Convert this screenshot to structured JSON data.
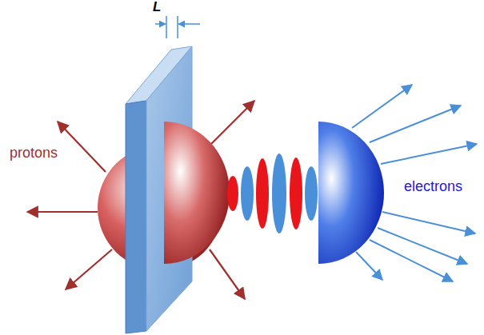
{
  "diagram": {
    "labels": [
      "L",
      "protons",
      "electrons"
    ]
  }
}
